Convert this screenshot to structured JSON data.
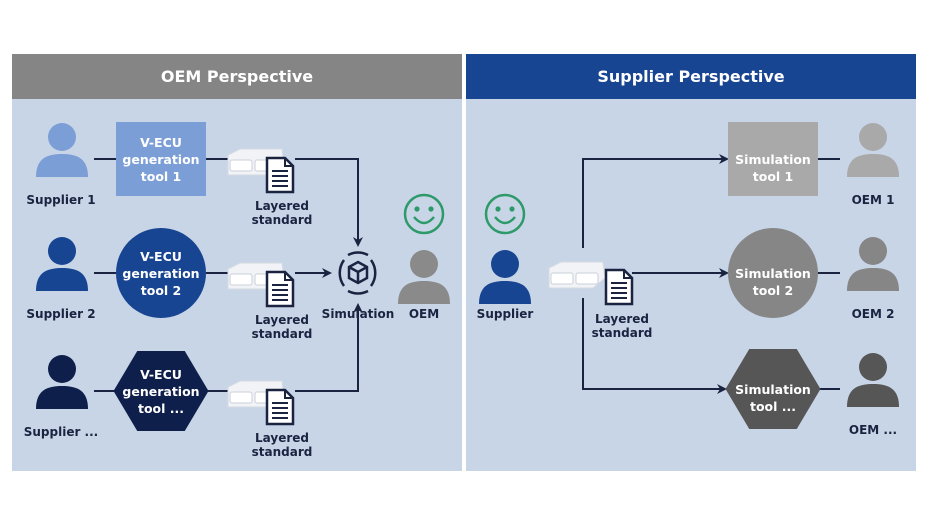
{
  "oem_perspective": {
    "title": "OEM Perspective",
    "suppliers": [
      {
        "label": "Supplier 1",
        "tool": [
          "V-ECU",
          "generation",
          "tool 1"
        ],
        "shape": "square",
        "color": "#7b9ed6",
        "person_color": "#7b9ed6"
      },
      {
        "label": "Supplier 2",
        "tool": [
          "V-ECU",
          "generation",
          "tool 2"
        ],
        "shape": "circle",
        "color": "#184592",
        "person_color": "#184592"
      },
      {
        "label": "Supplier ...",
        "tool": [
          "V-ECU",
          "generation",
          "tool ..."
        ],
        "shape": "hexagon",
        "color": "#0f1f4b",
        "person_color": "#0f1f4b"
      }
    ],
    "artifact_label": [
      "Layered",
      "standard"
    ],
    "simulation_label": "Simulation",
    "oem_label": "OEM",
    "oem_color": "#8a8a8a",
    "smiley_color": "#2e9a6a"
  },
  "supplier_perspective": {
    "title": "Supplier Perspective",
    "supplier_label": "Supplier",
    "supplier_color": "#184592",
    "artifact_label": [
      "Layered",
      "standard"
    ],
    "oems": [
      {
        "label": "OEM 1",
        "tool": [
          "Simulation",
          "tool 1"
        ],
        "shape": "square",
        "color": "#a9a9a9",
        "person_color": "#a9a9a9"
      },
      {
        "label": "OEM 2",
        "tool": [
          "Simulation",
          "tool 2"
        ],
        "shape": "circle",
        "color": "#868686",
        "person_color": "#868686"
      },
      {
        "label": "OEM ...",
        "tool": [
          "Simulation",
          "tool ..."
        ],
        "shape": "hexagon",
        "color": "#565656",
        "person_color": "#565656"
      }
    ],
    "smiley_color": "#2e9a6a"
  },
  "colors": {
    "panel_bg": "#c8d5e7",
    "oem_header": "#858585",
    "supplier_header": "#184592",
    "line": "#1a2340"
  }
}
